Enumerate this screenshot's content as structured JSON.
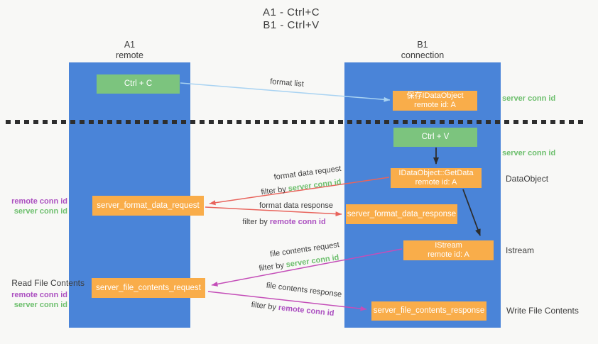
{
  "title": {
    "line1": "A1 - Ctrl+C",
    "line2": "B1 - Ctrl+V"
  },
  "lanes": {
    "left": {
      "name": "A1",
      "role": "remote"
    },
    "right": {
      "name": "B1",
      "role": "connection"
    }
  },
  "nodes": {
    "ctrl_c": {
      "label": "Ctrl + C"
    },
    "save_dataobject": {
      "line1": "保存IDataObject",
      "line2": "remote id: A"
    },
    "ctrl_v": {
      "label": "Ctrl + V"
    },
    "getdata": {
      "line1": "IDataObject::GetData",
      "line2": "remote id: A"
    },
    "format_request": {
      "label": "server_format_data_request"
    },
    "format_response": {
      "label": "server_format_data_response"
    },
    "istream": {
      "line1": "IStream",
      "line2": "remote id: A"
    },
    "file_request": {
      "label": "server_file_contents_request"
    },
    "file_response": {
      "label": "server_file_contents_response"
    }
  },
  "annotations": {
    "server_conn_id_right_top": "server conn id",
    "server_conn_id_right_mid": "server conn id",
    "dataobject": "DataObject",
    "istream": "Istream",
    "write_file_contents": "Write File Contents",
    "remote_conn_id_left_top": "remote conn id",
    "server_conn_id_left_top": "server conn id",
    "read_file_contents": "Read File Contents",
    "remote_conn_id_left_bottom": "remote conn id",
    "server_conn_id_left_bottom": "server conn id"
  },
  "arrow_labels": {
    "format_list": "format list",
    "format_data_request": "format data request",
    "format_data_response": "format data response",
    "file_contents_request": "file contents request",
    "file_contents_response": "file contents response",
    "filter_prefix": "filter by ",
    "filter_server": "server conn id",
    "filter_remote": "remote conn id"
  },
  "colors": {
    "bg": "#f8f8f6",
    "lane": "#4a84d8",
    "green-box": "#7cc47e",
    "orange-box": "#f9ad4a",
    "arrow-blue": "#a9d3f2",
    "arrow-red": "#e8645c",
    "arrow-magenta": "#c44eb8",
    "arrow-black": "#2d2d2d",
    "text-green": "#6dbf6d",
    "text-purple": "#ab4fc0",
    "text-dark": "#3d3d3d"
  }
}
